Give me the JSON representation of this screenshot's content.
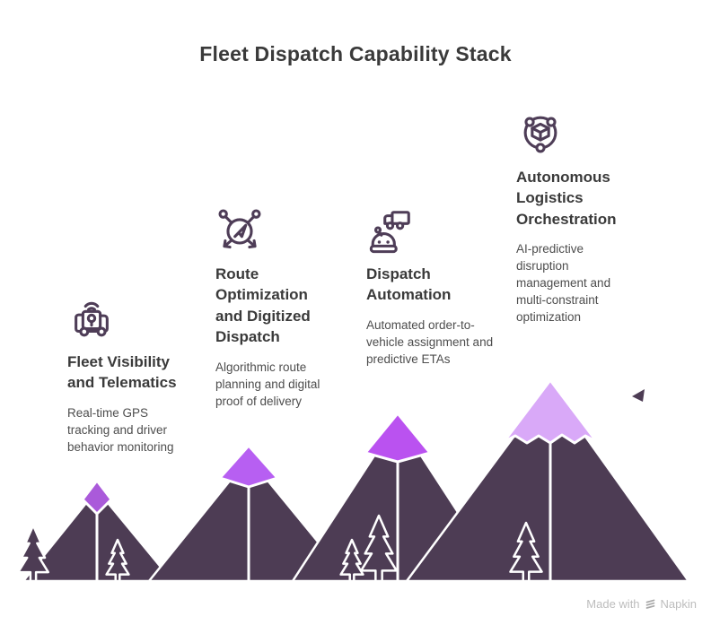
{
  "title": "Fleet Dispatch Capability Stack",
  "capabilities": [
    {
      "icon": "gps-van-icon",
      "title": "Fleet Visibility and Telematics",
      "description": "Real-time GPS tracking and driver behavior monitoring"
    },
    {
      "icon": "route-navigation-icon",
      "title": "Route Optimization and Digitized Dispatch",
      "description": "Algorithmic route planning and digital proof of delivery"
    },
    {
      "icon": "robot-truck-icon",
      "title": "Dispatch Automation",
      "description": "Automated order-to-vehicle assignment and predictive ETAs"
    },
    {
      "icon": "cube-network-icon",
      "title": "Autonomous Logistics Orchestration",
      "description": "AI-predictive disruption management and multi-constraint optimization"
    }
  ],
  "watermark": {
    "prefix": "Made with",
    "brand": "Napkin"
  },
  "colors": {
    "mountain_body": "#4d3c54",
    "peak_1": "#aa5ada",
    "peak_2": "#b75ff2",
    "peak_3": "#ba52f0",
    "peak_4": "#d9a9f8",
    "icon_stroke": "#4e3d57",
    "heading_text": "#3a3a3a",
    "body_text": "#4d4d4d",
    "watermark_text": "#bdbdbd"
  }
}
